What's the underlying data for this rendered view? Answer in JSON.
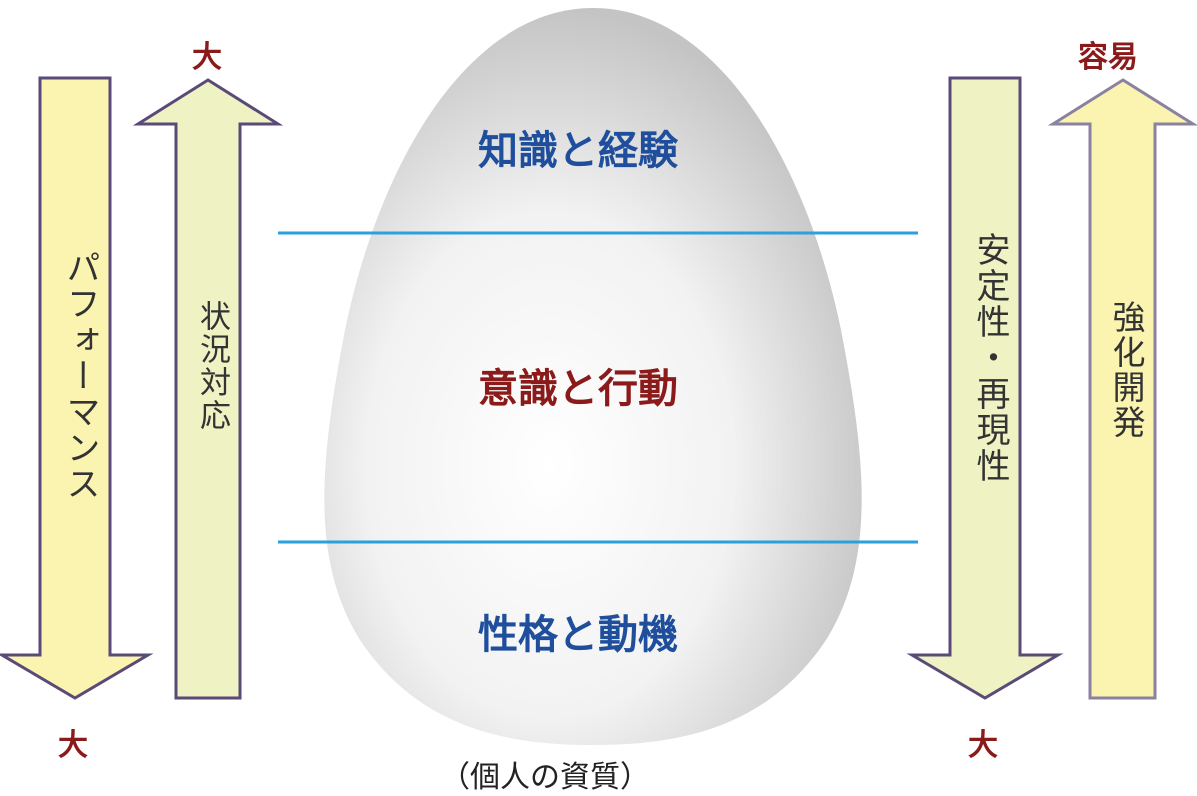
{
  "labels": {
    "left_down_end": "大",
    "left_up_end": "大",
    "right_down_end": "大",
    "right_up_end": "容易",
    "caption": "（個人の資質）"
  },
  "arrows": {
    "performance": "パフォーマンス",
    "situation": "状況対応",
    "stability": "安定性・再現性",
    "development": "強化開発"
  },
  "layers": {
    "top": "知識と経験",
    "middle": "意識と行動",
    "bottom": "性格と動機"
  },
  "colors": {
    "arrow_fill_yellow": "#fbf4b0",
    "arrow_fill_green": "#eff2c2",
    "arrow_stroke": "#5a4a78",
    "divider": "#2aa0dc",
    "label_red": "#8b1a1a",
    "label_blue": "#1f4f9c"
  }
}
